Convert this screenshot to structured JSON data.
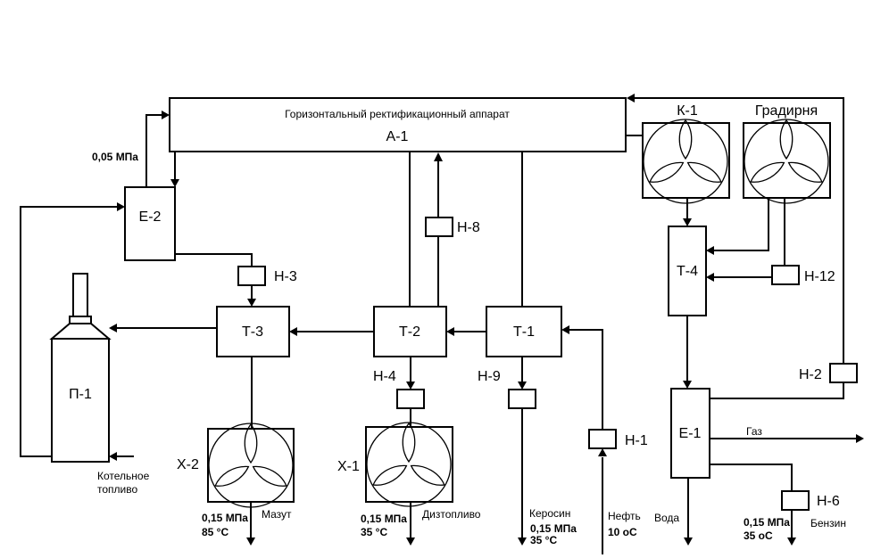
{
  "column": {
    "caption": "Горизонтальный ректификационный аппарат",
    "id": "А-1"
  },
  "equipment": {
    "K1": "К-1",
    "cooling_tower": "Градирня",
    "E2": "Е-2",
    "E1": "Е-1",
    "P1": "П-1",
    "T1": "Т-1",
    "T2": "Т-2",
    "T3": "Т-3",
    "T4": "Т-4",
    "X1": "Х-1",
    "X2": "Х-2"
  },
  "pumps": {
    "N1": "Н-1",
    "N2": "Н-2",
    "N3": "Н-3",
    "N4": "Н-4",
    "N6": "Н-6",
    "N8": "Н-8",
    "N9": "Н-9",
    "N12": "Н-12"
  },
  "streams": {
    "fuel_line1": "Котельное",
    "fuel_line2": "топливо",
    "mazut": "Мазут",
    "diesel": "Дизтопливо",
    "kerosene": "Керосин",
    "oil": "Нефть",
    "water": "Вода",
    "gasoline": "Бензин",
    "gas": "Газ"
  },
  "conditions": {
    "vacuum": "0,05 МПа",
    "mazut_p": "0,15 МПа",
    "mazut_t": "85 °С",
    "diesel_p": "0,15 МПа",
    "diesel_t": "35 °С",
    "kerosene_p": "0,15 МПа",
    "kerosene_t": "35 °С",
    "oil_t": "10 оС",
    "gasoline_p": "0,15 МПа",
    "gasoline_t": "35  оС"
  }
}
